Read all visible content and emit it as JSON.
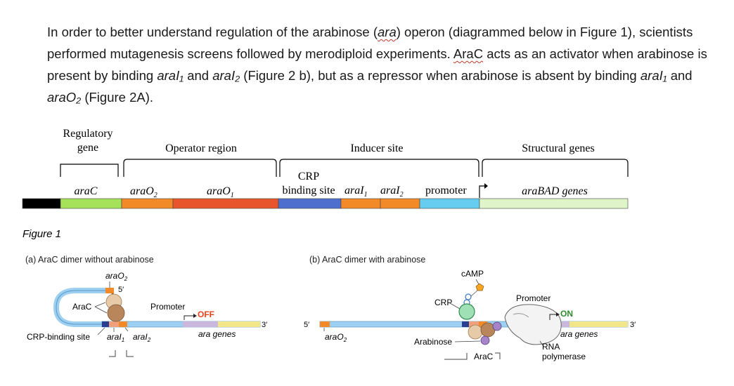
{
  "intro": {
    "t1": "In order to better understand regulation of the arabinose (",
    "ara": "ara",
    "t2": ") operon (diagrammed below in Figure 1), scientists performed mutagenesis screens followed by merodiploid experiments. ",
    "arac": "AraC",
    "t3": " acts as an activator when arabinose is present by binding ",
    "arai1": "araI₁",
    "t4": " and ",
    "arai2": "araI₂",
    "t5": " (Figure 2 b), but as a repressor when arabinose is absent by binding ",
    "arai1b": "araI₁",
    "t6": " and ",
    "arao2": "araO₂",
    "t7": " (Figure 2A)."
  },
  "fig1": {
    "header_regulatory_1": "Regulatory",
    "header_regulatory_2": "gene",
    "header_operator": "Operator region",
    "header_inducer": "Inducer site",
    "header_structural": "Structural genes",
    "label_arac": "araC",
    "label_arao2": "araO",
    "label_arao2_sub": "2",
    "label_arao1": "araO",
    "label_arao1_sub": "1",
    "label_crp_1": "CRP",
    "label_crp_2": "binding site",
    "label_arai1": "araI",
    "label_arai1_sub": "1",
    "label_arai2": "araI",
    "label_arai2_sub": "2",
    "label_promoter": "promoter",
    "label_arabad": "araBAD genes",
    "caption": "Figure 1",
    "colors": {
      "black": "#000000",
      "arac": "#a6e15a",
      "arao2": "#f28a28",
      "arao1": "#e8552c",
      "crp": "#4f6fcf",
      "arai": "#f28a28",
      "promoter": "#67cdf0",
      "arabad": "#dff4c8"
    }
  },
  "fig2a": {
    "title": "(a) AraC dimer without arabinose",
    "arao2": "araO",
    "arao2_sub": "2",
    "five_prime": "5′",
    "arac": "AraC",
    "promoter": "Promoter",
    "off": "OFF",
    "three_prime": "3′",
    "crp_site": "CRP-binding site",
    "arai1": "araI",
    "arai1_sub": "1",
    "arai2": "araI",
    "arai2_sub": "2",
    "ara_genes": "ara genes"
  },
  "fig2b": {
    "title": "(b) AraC dimer with arabinose",
    "camp": "cAMP",
    "crp": "CRP",
    "promoter": "Promoter",
    "on": "ON",
    "five_prime": "5′",
    "three_prime": "3′",
    "arao2": "araO",
    "arao2_sub": "2",
    "arabinose": "Arabinose",
    "arac": "AraC",
    "ara_genes": "ara genes",
    "rnap_1": "RNA",
    "rnap_2": "polymerase",
    "colors": {
      "off": "#e8421a",
      "on": "#2e8b2e"
    }
  }
}
